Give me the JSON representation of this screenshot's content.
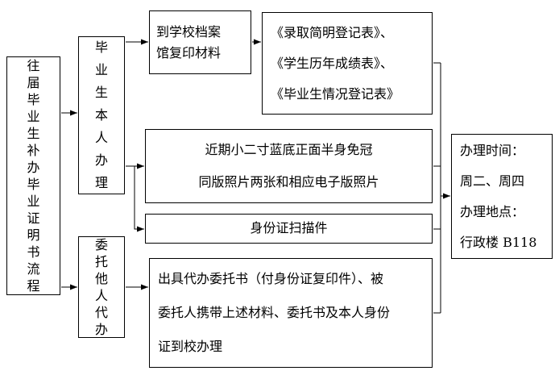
{
  "flowchart": {
    "title": "往届毕业生补办毕业证明书流程",
    "self_handle": "毕业生本人办理",
    "delegate": "委托他人代办",
    "archive": {
      "lines": [
        "到学校档案",
        "馆复印材料"
      ]
    },
    "records": {
      "lines": [
        "《录取简明登记表》、",
        "《学生历年成绩表》、",
        "《毕业生情况登记表》"
      ]
    },
    "photo": {
      "lines": [
        "近期小二寸蓝底正面半身免冠",
        "同版照片两张和相应电子版照片"
      ]
    },
    "id_scan": "身份证扫描件",
    "delegate_detail": {
      "lines": [
        "出具代办委托书（付身份证复印件）、被",
        "委托人携带上述材料、委托书及本人身份",
        "证到校办理"
      ]
    },
    "appointment": {
      "lines": [
        "办理时间：",
        "周二、周四",
        "办理地点：",
        "行政楼 B118"
      ]
    }
  },
  "colors": {
    "border": "#000000",
    "line": "#000000",
    "text": "#000000",
    "background": "#ffffff"
  }
}
